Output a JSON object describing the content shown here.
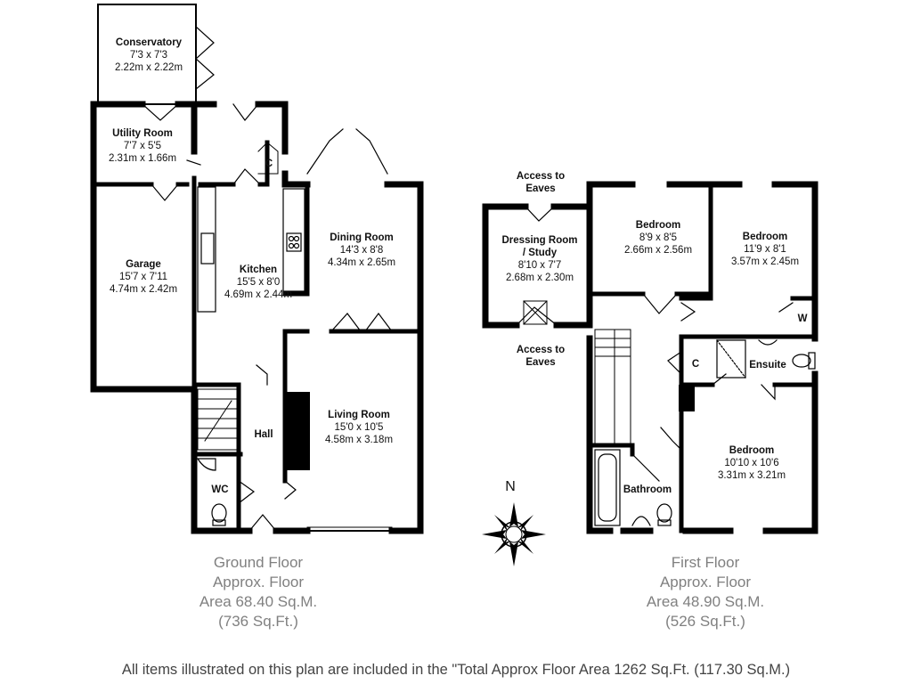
{
  "ground_floor": {
    "rooms": {
      "conservatory": {
        "name": "Conservatory",
        "dim_imperial": "7'3 x 7'3",
        "dim_metric": "2.22m x 2.22m"
      },
      "utility": {
        "name": "Utility Room",
        "dim_imperial": "7'7 x 5'5",
        "dim_metric": "2.31m x 1.66m"
      },
      "garage": {
        "name": "Garage",
        "dim_imperial": "15'7 x 7'11",
        "dim_metric": "4.74m x 2.42m"
      },
      "kitchen": {
        "name": "Kitchen",
        "dim_imperial": "15'5 x 8'0",
        "dim_metric": "4.69m x 2.44m"
      },
      "dining": {
        "name": "Dining Room",
        "dim_imperial": "14'3 x 8'8",
        "dim_metric": "4.34m x 2.65m"
      },
      "living": {
        "name": "Living Room",
        "dim_imperial": "15'0 x 10'5",
        "dim_metric": "4.58m x 3.18m"
      },
      "hall": {
        "name": "Hall"
      },
      "wc": {
        "name": "WC"
      },
      "cupboard": {
        "name": "C"
      }
    },
    "caption": {
      "line1": "Ground Floor",
      "line2": "Approx. Floor",
      "line3": "Area 68.40 Sq.M.",
      "line4": "(736 Sq.Ft.)"
    }
  },
  "first_floor": {
    "rooms": {
      "dressing": {
        "name_line1": "Dressing Room",
        "name_line2": "/ Study",
        "dim_imperial": "8'10 x 7'7",
        "dim_metric": "2.68m x 2.30m"
      },
      "bedroom1": {
        "name": "Bedroom",
        "dim_imperial": "8'9 x 8'5",
        "dim_metric": "2.66m x 2.56m"
      },
      "bedroom2": {
        "name": "Bedroom",
        "dim_imperial": "11'9 x 8'1",
        "dim_metric": "3.57m x 2.45m"
      },
      "bedroom3": {
        "name": "Bedroom",
        "dim_imperial": "10'10 x 10'6",
        "dim_metric": "3.31m x 3.21m"
      },
      "ensuite": {
        "name": "Ensuite"
      },
      "bathroom": {
        "name": "Bathroom"
      },
      "wardrobe": {
        "name": "W"
      },
      "cupboard": {
        "name": "C"
      }
    },
    "eaves_top": {
      "line1": "Access to",
      "line2": "Eaves"
    },
    "eaves_bottom": {
      "line1": "Access to",
      "line2": "Eaves"
    },
    "caption": {
      "line1": "First Floor",
      "line2": "Approx. Floor",
      "line3": "Area 48.90 Sq.M.",
      "line4": "(526 Sq.Ft.)"
    }
  },
  "compass": {
    "north_label": "N"
  },
  "footer": {
    "text": "All items illustrated on this plan are included in the \"Total Approx Floor Area 1262 Sq.Ft. (117.30 Sq.M.)"
  },
  "colors": {
    "wall": "#000000",
    "caption": "#808080",
    "fireplace": "#000000"
  }
}
